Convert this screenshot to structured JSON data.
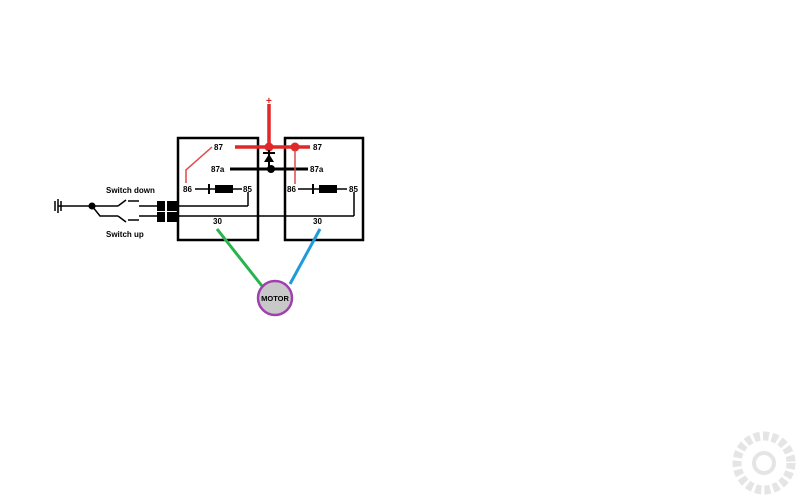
{
  "colors": {
    "positive_wire": "#e02828",
    "relay_wire": "#e04848",
    "ground_wire": "#000000",
    "motor_left_wire": "#28b44c",
    "motor_right_wire": "#1e9bd8",
    "motor_fill": "#c8c8c8",
    "motor_outline": "#a040b0",
    "watermark": "#d8d8d8"
  },
  "supply": {
    "positive_symbol": "+"
  },
  "switch": {
    "down_label": "Switch down",
    "up_label": "Switch up",
    "ground_symbol": "ground-icon"
  },
  "relay_left": {
    "pin_87": "87",
    "pin_87a": "87a",
    "pin_86": "86",
    "pin_85": "85",
    "pin_30": "30"
  },
  "relay_right": {
    "pin_87": "87",
    "pin_87a": "87a",
    "pin_86": "86",
    "pin_85": "85",
    "pin_30": "30"
  },
  "motor": {
    "label": "MOTOR"
  },
  "watermark": {
    "icon": "the12volt-watermark-icon"
  }
}
